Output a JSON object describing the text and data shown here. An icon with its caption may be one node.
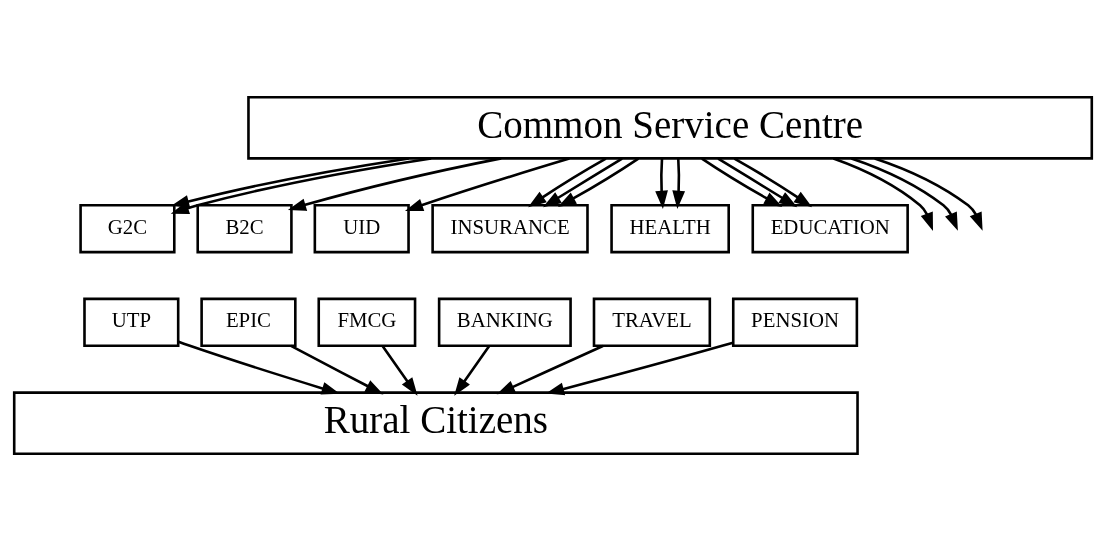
{
  "diagram": {
    "nodes": [
      {
        "text": [
          "Common Service Centre"
        ]
      },
      {
        "text": [
          "G2C"
        ]
      },
      {
        "text": [
          "B2C"
        ]
      },
      {
        "text": [
          "UID"
        ]
      },
      {
        "text": [
          "INSURANCE"
        ]
      },
      {
        "text": [
          "HEALTH"
        ]
      },
      {
        "text": [
          "EDUCATION"
        ]
      },
      {
        "text": [
          "UTP"
        ]
      },
      {
        "text": [
          "EPIC"
        ]
      },
      {
        "text": [
          "FMCG"
        ]
      },
      {
        "text": [
          "BANKING"
        ]
      },
      {
        "text": [
          "TRAVEL"
        ]
      },
      {
        "text": [
          "PENSION"
        ]
      },
      {
        "text": [
          "Rural Citizens"
        ]
      }
    ],
    "edges": [
      {
        "from": 0,
        "to": 1,
        "arrow": "to"
      },
      {
        "from": 0,
        "to": 1,
        "arrow": "to"
      },
      {
        "from": 0,
        "to": 2,
        "arrow": "to"
      },
      {
        "from": 0,
        "to": null,
        "arrow": "to"
      },
      {
        "from": 0,
        "to": 3,
        "arrow": "to"
      },
      {
        "from": 0,
        "to": null,
        "arrow": "to"
      },
      {
        "from": 0,
        "to": 4,
        "arrow": "to"
      },
      {
        "from": 0,
        "to": 4,
        "arrow": "to"
      },
      {
        "from": 0,
        "to": 4,
        "arrow": "to"
      },
      {
        "from": 0,
        "to": 5,
        "arrow": "to"
      },
      {
        "from": 0,
        "to": 5,
        "arrow": "to"
      },
      {
        "from": 0,
        "to": null,
        "arrow": "to"
      },
      {
        "from": 0,
        "to": 6,
        "arrow": "to"
      },
      {
        "from": 0,
        "to": 6,
        "arrow": "to"
      },
      {
        "from": 0,
        "to": 6,
        "arrow": "to"
      },
      {
        "from": 7,
        "to": 13,
        "arrow": "to"
      },
      {
        "from": 8,
        "to": 13,
        "arrow": "to"
      },
      {
        "from": 9,
        "to": 13,
        "arrow": "to"
      },
      {
        "from": 10,
        "to": 13,
        "arrow": "to"
      },
      {
        "from": 11,
        "to": 13,
        "arrow": "to"
      },
      {
        "from": 12,
        "to": 13,
        "arrow": "to"
      }
    ]
  }
}
